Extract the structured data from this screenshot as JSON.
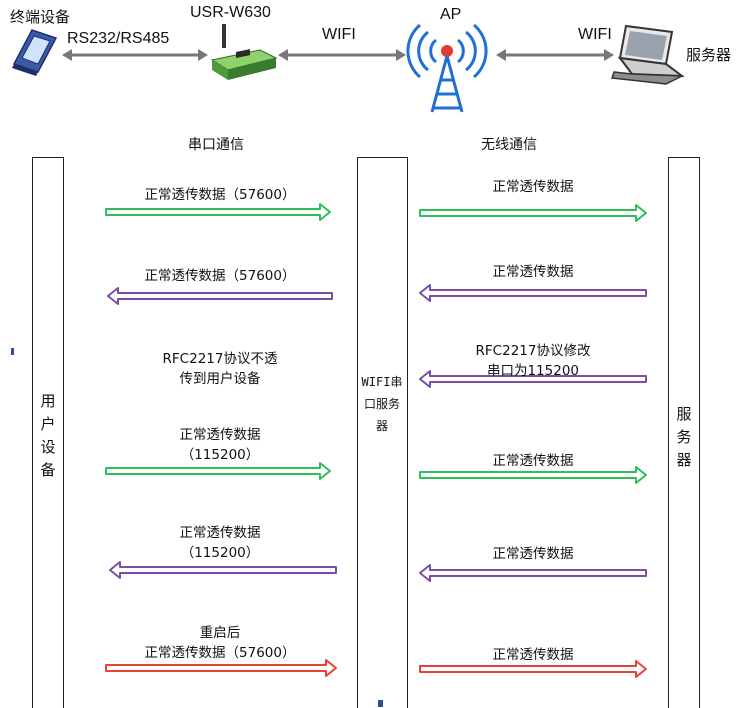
{
  "header": {
    "terminal_label": "终端设备",
    "link1_label": "RS232/RS485",
    "device_label": "USR-W630",
    "link2_label": "WIFI",
    "ap_label": "AP",
    "link3_label": "WIFI",
    "server_label": "服务器"
  },
  "sections": {
    "serial": "串口通信",
    "wireless": "无线通信"
  },
  "lifelines": {
    "user_device": "用户设备",
    "wifi_serial_server": "WIFI串口服务器",
    "server": "服务器"
  },
  "messages": {
    "l1": "正常透传数据（57600）",
    "r1": "正常透传数据",
    "l2": "正常透传数据（57600）",
    "r2": "正常透传数据",
    "l3_line1": "RFC2217协议不透",
    "l3_line2": "传到用户设备",
    "r3_line1": "RFC2217协议修改",
    "r3_line2": "串口为115200",
    "l4_line1": "正常透传数据",
    "l4_line2": "（115200）",
    "r4": "正常透传数据",
    "l5_line1": "正常透传数据",
    "l5_line2": "（115200）",
    "r5": "正常透传数据",
    "l6_line1": "重启后",
    "l6_line2": "正常透传数据（57600）",
    "r6": "正常透传数据"
  },
  "colors": {
    "green": "#2fbf5a",
    "purple": "#7b4fa6",
    "red": "#e8413a",
    "icon_blue": "#1f6fd6",
    "line": "#777777"
  }
}
